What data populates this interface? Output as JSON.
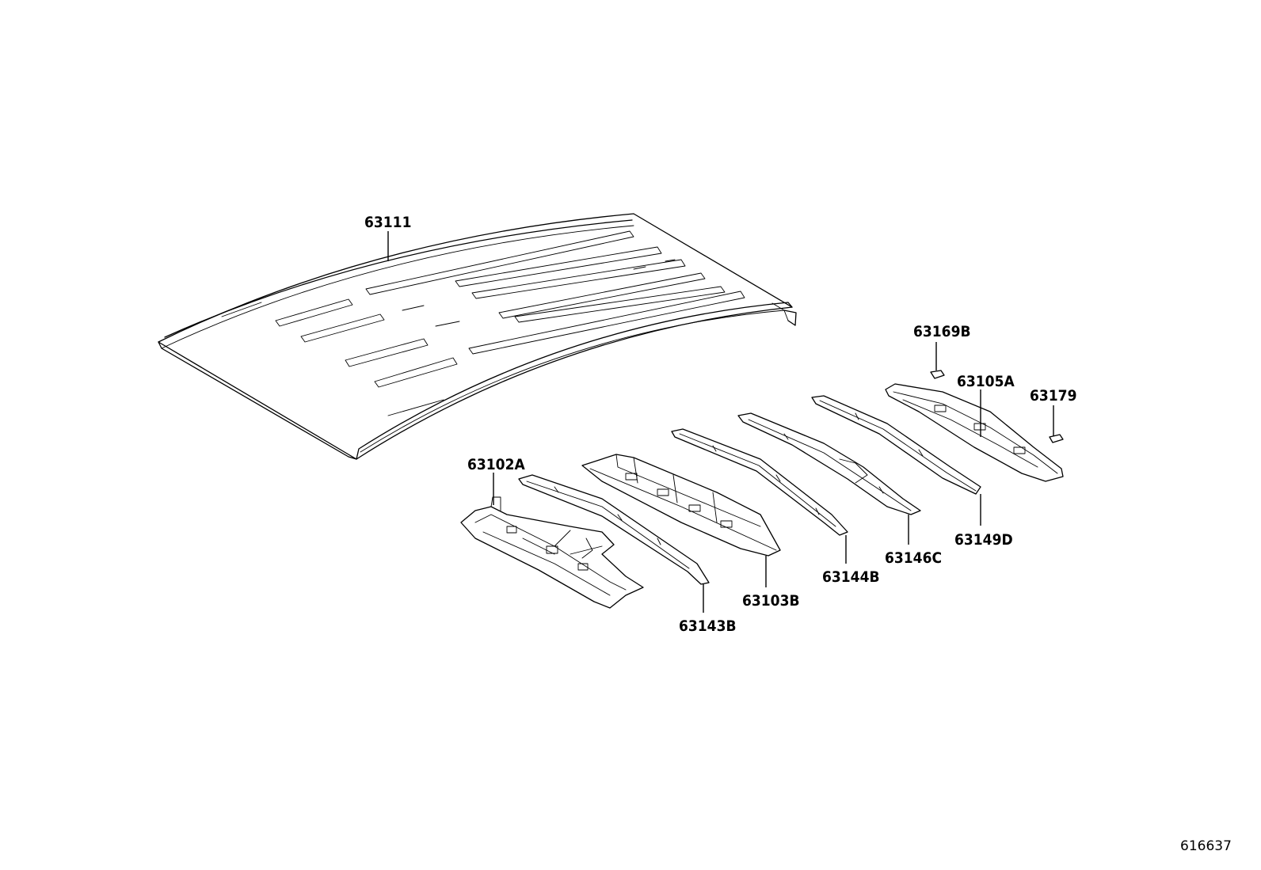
{
  "parts": {
    "roof_panel": "63111",
    "front_header_panel": "63102A",
    "front_roof_bow": "63143B",
    "center_reinforcement": "63103B",
    "roof_bow_a": "63144B",
    "roof_bow_b": "63146C",
    "roof_bow_c": "63149D",
    "rear_header_panel": "63105A",
    "small_bracket_a": "63169B",
    "small_bracket_b": "63179"
  },
  "drawing_id": "616637"
}
